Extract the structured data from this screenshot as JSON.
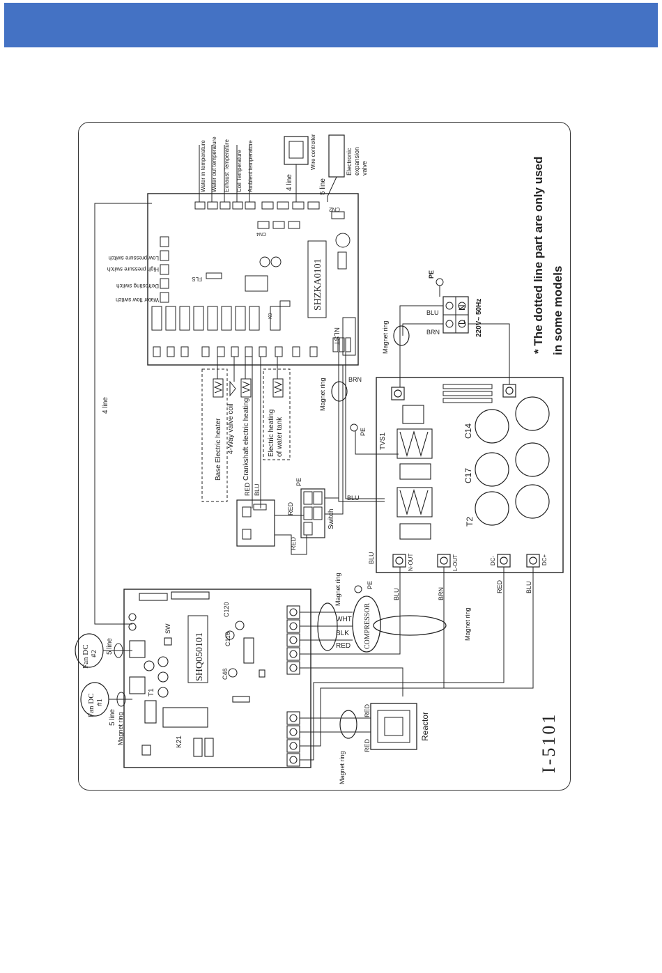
{
  "colors": {
    "banner": "#4472c4",
    "ink": "#222222",
    "background": "#ffffff"
  },
  "diagram": {
    "model_code": "I-5101",
    "notice_line1": "* The dotted line part are only used",
    "notice_line2": "in some models",
    "main_board_code": "SHZKA0101",
    "driver_board_code": "SHQ050101",
    "power_supply": "220V~ 50Hz",
    "sensors": [
      "Water in temperature",
      "Water out temperature",
      "Exhaust Temperature",
      "Coil Temperature",
      "Ambient temperature"
    ],
    "switches": [
      "Low pressure switch",
      "High pressure switch",
      "Defrosting switch",
      "Water flow switch"
    ],
    "loads": [
      "Base Electric heater",
      "4-Way valve coil",
      "Crankshaft electric heating",
      "Electric heating",
      "of water tank"
    ],
    "labels": {
      "line4_top": "4 line",
      "line5_top": "5 line",
      "wire_controller": "Wire controller",
      "eev1": "Electronic",
      "eev2": "expansion",
      "eev3": "valve",
      "line4_left": "4 line",
      "fan1_a": "Fan DC",
      "fan1_b": "#1",
      "fan2_a": "Fan DC",
      "fan2_b": "#2",
      "line5_fan1": "5 line",
      "line5_fan2": "5 line",
      "compressor": "COMPRESSOR",
      "reactor": "Reactor",
      "switch": "Switch",
      "magnet_ring": "Magnet ring",
      "pe": "PE",
      "red": "RED",
      "blu": "BLU",
      "brn": "BRN",
      "wht": "WHT",
      "blk": "BLK",
      "l": "L",
      "n": "N",
      "t2": "T2",
      "c14": "C14",
      "c17": "C17",
      "tvs1": "TVS1",
      "nout": "N-OUT",
      "lout": "L-OUT",
      "dcm": "DC-",
      "dcp": "DC+",
      "k21": "K21",
      "t1": "T1",
      "sw": "SW",
      "c116": "C116",
      "c120": "C120",
      "c46": "C46",
      "nlst": "NLST",
      "fls": "FLS",
      "k9": "K9",
      "cn2": "CN2",
      "cn4": "CN4"
    }
  }
}
